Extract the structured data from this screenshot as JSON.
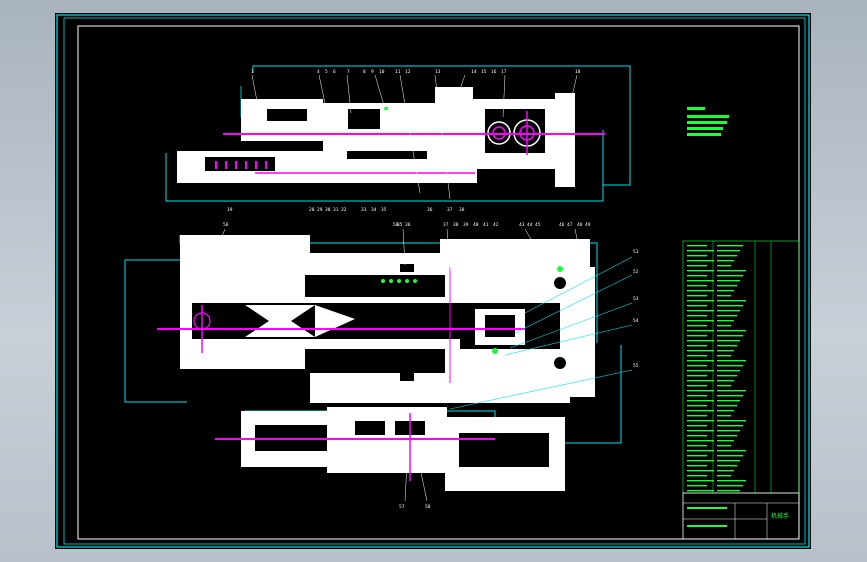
{
  "colors": {
    "frame": "#00e5ee",
    "part": "#ffffff",
    "axis": "#ff00ff",
    "text_notes": "#19ff3a",
    "background": "#000000"
  },
  "views": {
    "top_view": {
      "callouts_top": [
        "1",
        "4",
        "5",
        "6",
        "7",
        "8",
        "9",
        "10",
        "11",
        "12",
        "13",
        "14",
        "15",
        "16",
        "17",
        "18"
      ],
      "callouts_bottom": [
        "28",
        "29",
        "30",
        "31",
        "32",
        "33",
        "34",
        "35",
        "36",
        "37",
        "38"
      ],
      "callout_left": "19"
    },
    "section_view": {
      "callouts_top": [
        "35",
        "36",
        "37",
        "38",
        "39",
        "40",
        "41",
        "42",
        "43",
        "44",
        "45",
        "46",
        "47",
        "48",
        "49",
        "50"
      ],
      "callouts_right": [
        "51",
        "52",
        "53",
        "54",
        "55"
      ],
      "callout_left": "56"
    },
    "lower_view": {
      "callouts_bottom": [
        "57",
        "58"
      ]
    }
  },
  "title_block": {
    "drawing_title": "机械手"
  }
}
